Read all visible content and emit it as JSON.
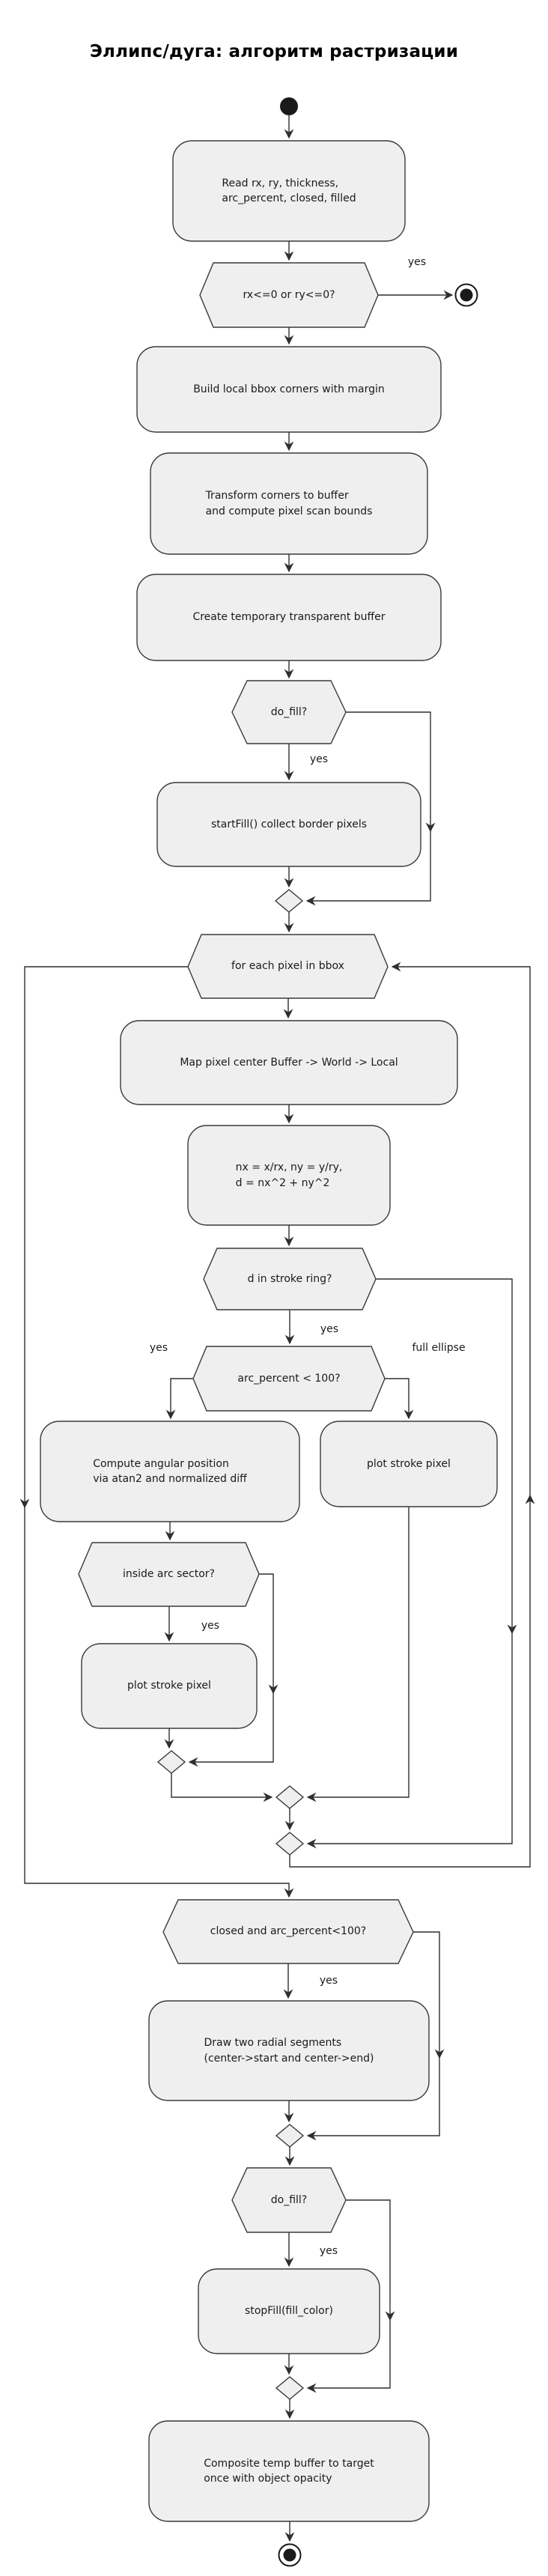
{
  "title": "Эллипс/дуга: алгоритм растризации",
  "nodes": {
    "read_params": {
      "label": "Read rx, ry, thickness,\narc_percent, closed, filled"
    },
    "check_radii": {
      "label": "rx<=0 or ry<=0?"
    },
    "build_bbox": {
      "label": "Build local bbox corners with margin"
    },
    "transform_corners": {
      "label": "Transform corners to buffer\nand compute pixel scan bounds"
    },
    "create_buffer": {
      "label": "Create temporary transparent buffer"
    },
    "do_fill_check_1": {
      "label": "do_fill?"
    },
    "start_fill": {
      "label": "startFill() collect border pixels"
    },
    "for_each_pixel": {
      "label": "for each pixel in bbox"
    },
    "map_pixel": {
      "label": "Map pixel center Buffer -> World -> Local"
    },
    "normalize": {
      "label": "nx = x/rx, ny = y/ry,\nd = nx^2 + ny^2"
    },
    "stroke_ring": {
      "label": "d in stroke ring?"
    },
    "arc_percent_check": {
      "label": "arc_percent < 100?"
    },
    "compute_angular": {
      "label": "Compute angular position\nvia atan2 and normalized diff"
    },
    "plot_stroke_full": {
      "label": "plot stroke pixel"
    },
    "inside_sector": {
      "label": "inside arc sector?"
    },
    "plot_stroke_sector": {
      "label": "plot stroke pixel"
    },
    "closed_check": {
      "label": "closed and arc_percent<100?"
    },
    "draw_segments": {
      "label": "Draw two radial segments\n(center->start and center->end)"
    },
    "do_fill_check_2": {
      "label": "do_fill?"
    },
    "stop_fill": {
      "label": "stopFill(fill_color)"
    },
    "composite": {
      "label": "Composite temp buffer to target\nonce with object opacity"
    }
  },
  "edge_labels": {
    "radii_yes": "yes",
    "fill1_yes": "yes",
    "ring_yes": "yes",
    "arc_yes": "yes",
    "arc_full": "full ellipse",
    "sector_yes": "yes",
    "closed_yes": "yes",
    "fill2_yes": "yes"
  },
  "colors": {
    "node_fill": "#efefef",
    "node_border": "#3a3a3a",
    "edge": "#2f2f2f",
    "text": "#1a1a1a"
  }
}
